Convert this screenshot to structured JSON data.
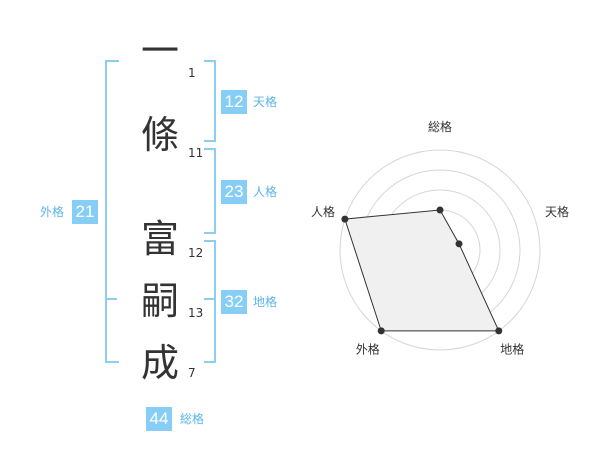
{
  "name_chars": [
    {
      "char": "一",
      "strokes": "1"
    },
    {
      "char": "條",
      "strokes": "11"
    },
    {
      "char": "富",
      "strokes": "12"
    },
    {
      "char": "嗣",
      "strokes": "13"
    },
    {
      "char": "成",
      "strokes": "7"
    }
  ],
  "kakaku": {
    "tenkaku": {
      "label": "天格",
      "value": "12"
    },
    "jinkaku": {
      "label": "人格",
      "value": "23"
    },
    "chikaku": {
      "label": "地格",
      "value": "32"
    },
    "gaikaku": {
      "label": "外格",
      "value": "21"
    },
    "soukaku": {
      "label": "総格",
      "value": "44"
    }
  },
  "colors": {
    "accent": "#87cef6",
    "bracket": "#8ccdf2",
    "radar_fill": "#f0f0f0"
  },
  "chart_data": {
    "type": "radar",
    "axes": [
      "総格",
      "天格",
      "地格",
      "外格",
      "人格"
    ],
    "levels": 5,
    "values": [
      2,
      1,
      5,
      5,
      5
    ],
    "max": 5
  }
}
